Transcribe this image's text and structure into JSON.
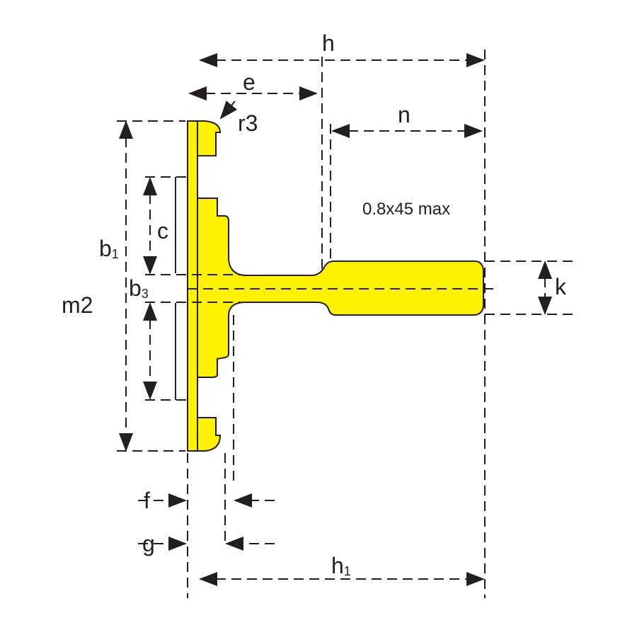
{
  "colors": {
    "profile_fill": "#fff200",
    "line": "#231f20",
    "background": "#ffffff"
  },
  "labels": {
    "h": "h",
    "e": "e",
    "r3": "r3",
    "n": "n",
    "chamfer_note": "0.8x45 max",
    "b1_main": "b",
    "b1_sub": "1",
    "c": "c",
    "b3_main": "b",
    "b3_sub": "3",
    "m2": "m2",
    "k": "k",
    "f": "f",
    "g": "g",
    "h1_main": "h",
    "h1_sub": "1"
  }
}
